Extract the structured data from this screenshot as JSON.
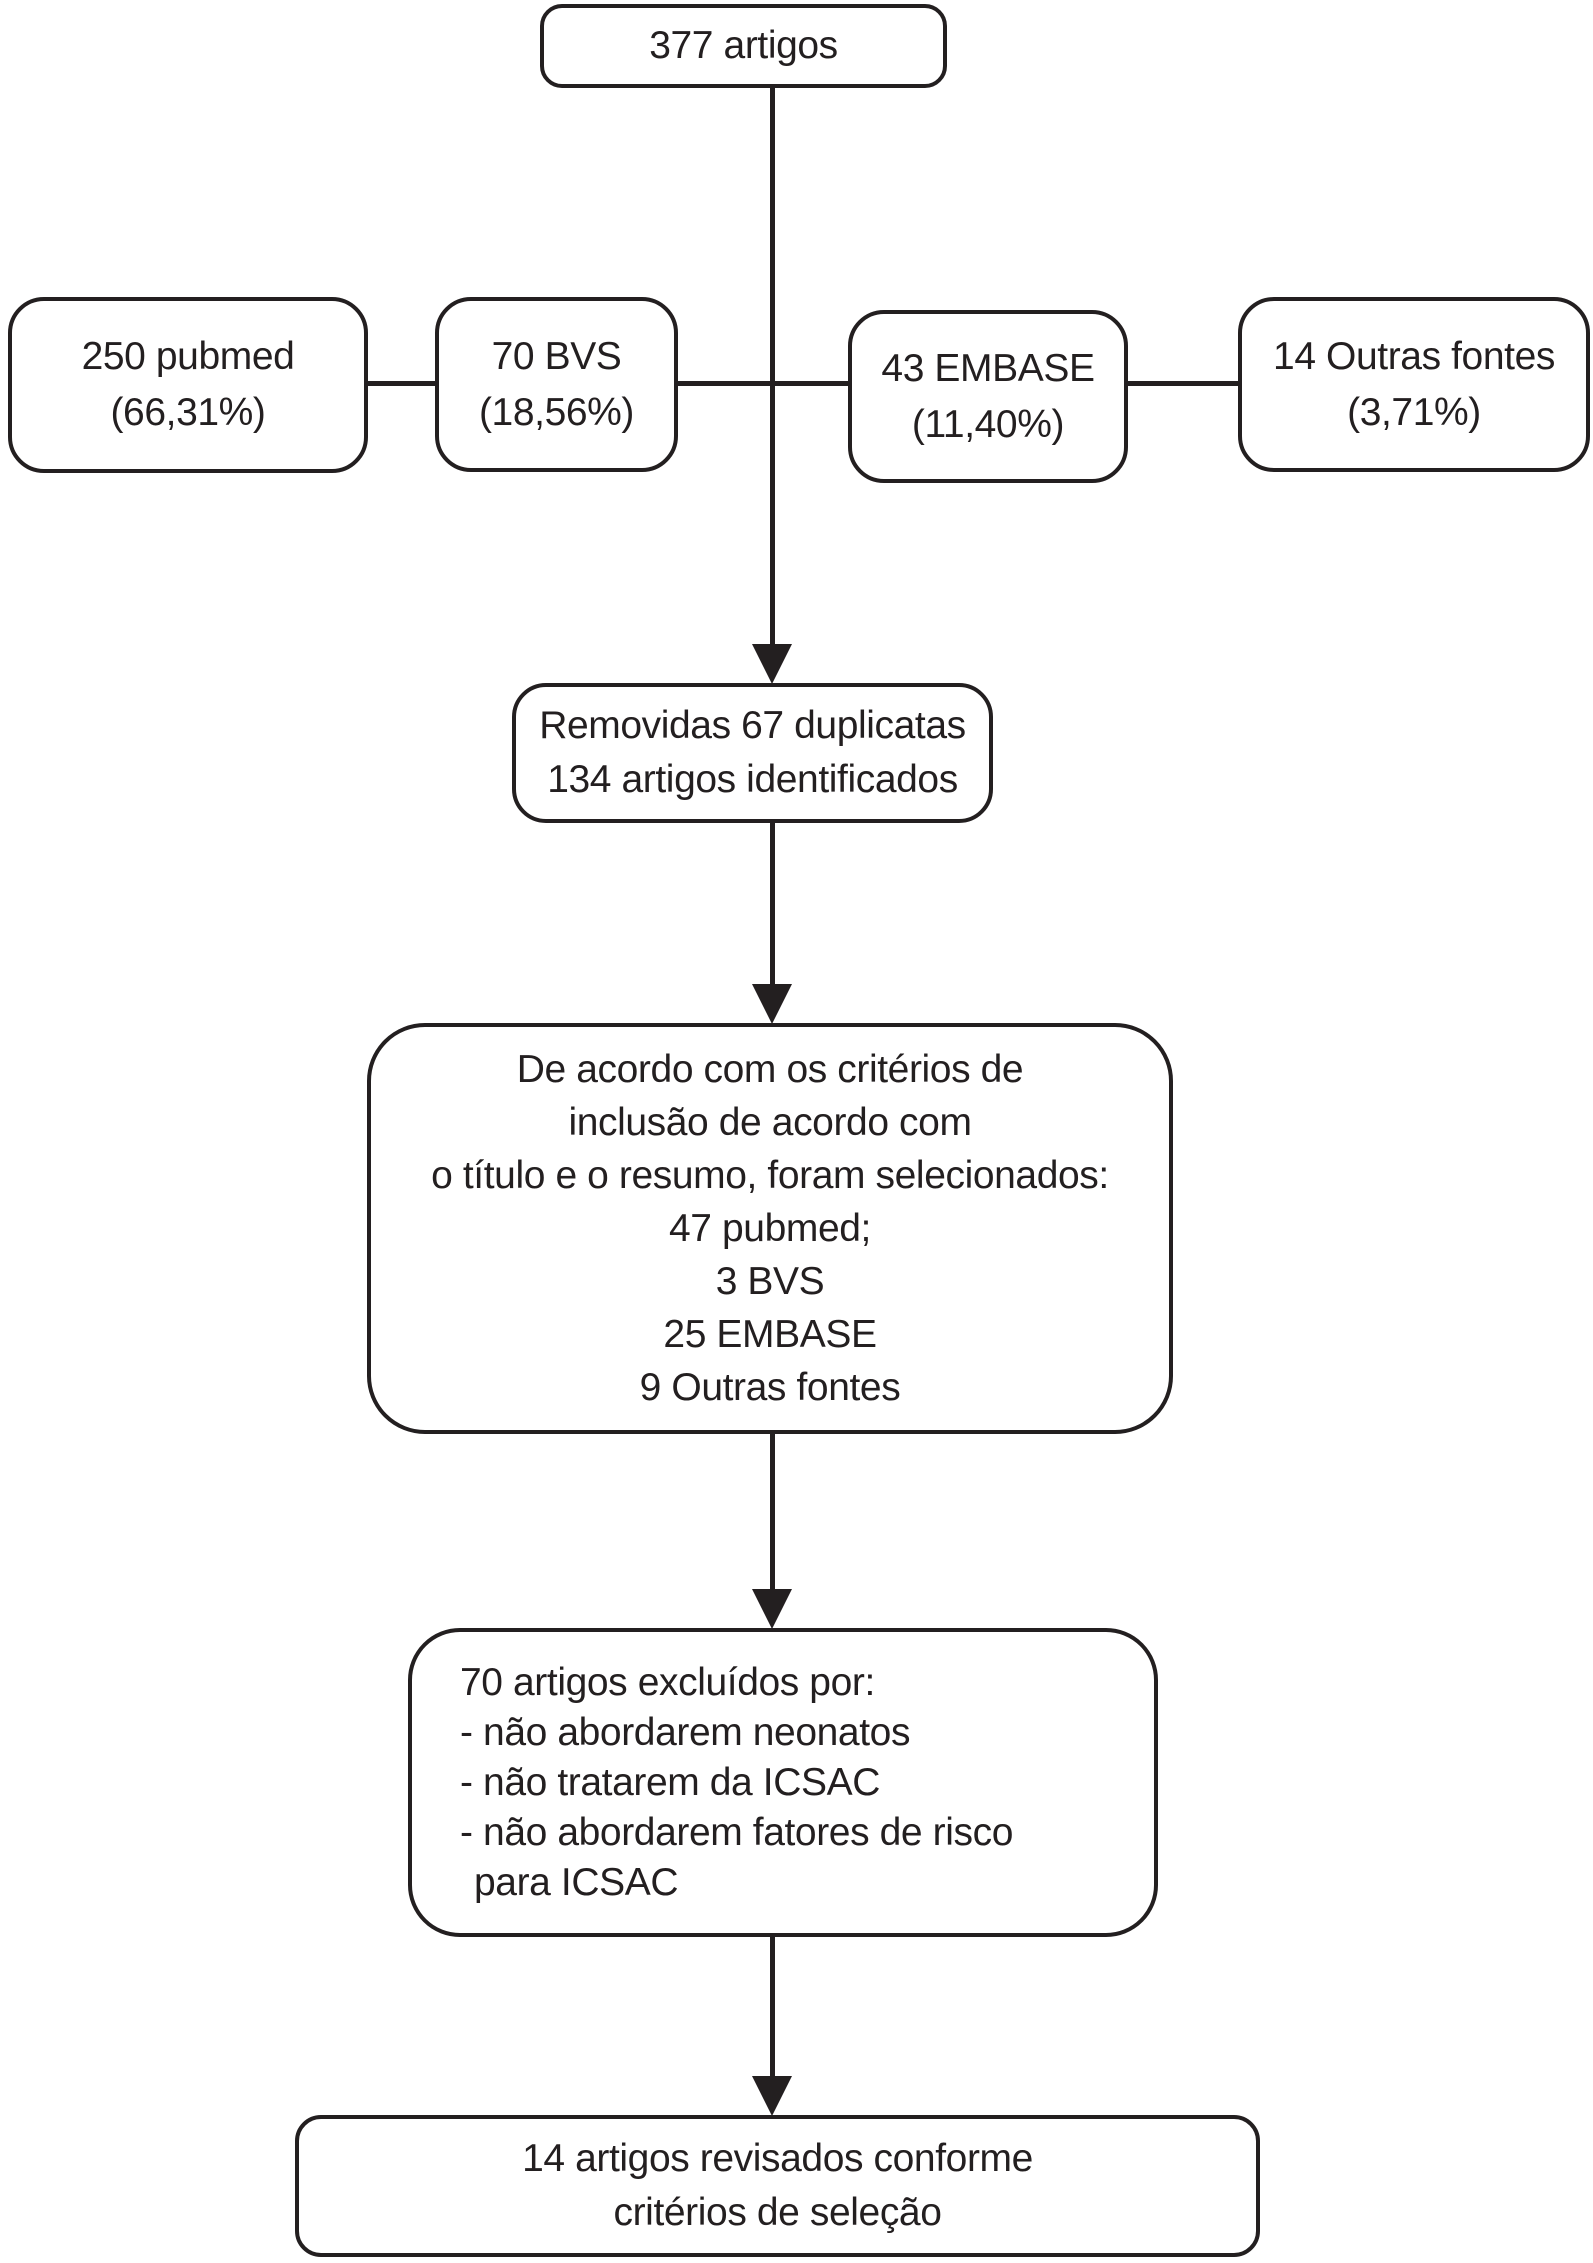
{
  "colors": {
    "ink": "#231f20",
    "bg": "#ffffff"
  },
  "flow": {
    "total": {
      "label": "377 artigos"
    },
    "sources": [
      {
        "name": "250 pubmed",
        "pct": "(66,31%)"
      },
      {
        "name": "70 BVS",
        "pct": "(18,56%)"
      },
      {
        "name": "43 EMBASE",
        "pct": "(11,40%)"
      },
      {
        "name": "14 Outras fontes",
        "pct": "(3,71%)"
      }
    ],
    "dedup": {
      "line1": "Removidas 67 duplicatas",
      "line2": "134 artigos identificados"
    },
    "inclusion": {
      "line1": "De acordo com os critérios de",
      "line2": "inclusão de acordo com",
      "line3": "o título e o resumo, foram selecionados:",
      "line4": "47 pubmed;",
      "line5": "3 BVS",
      "line6": "25 EMBASE",
      "line7": "9 Outras fontes"
    },
    "exclusion": {
      "line1": "70 artigos excluídos por:",
      "line2": "- não abordarem neonatos",
      "line3": "- não tratarem da ICSAC",
      "line4": "- não abordarem fatores de risco",
      "line5": "para ICSAC"
    },
    "final": {
      "line1": "14 artigos revisados conforme",
      "line2": "critérios de seleção"
    }
  }
}
